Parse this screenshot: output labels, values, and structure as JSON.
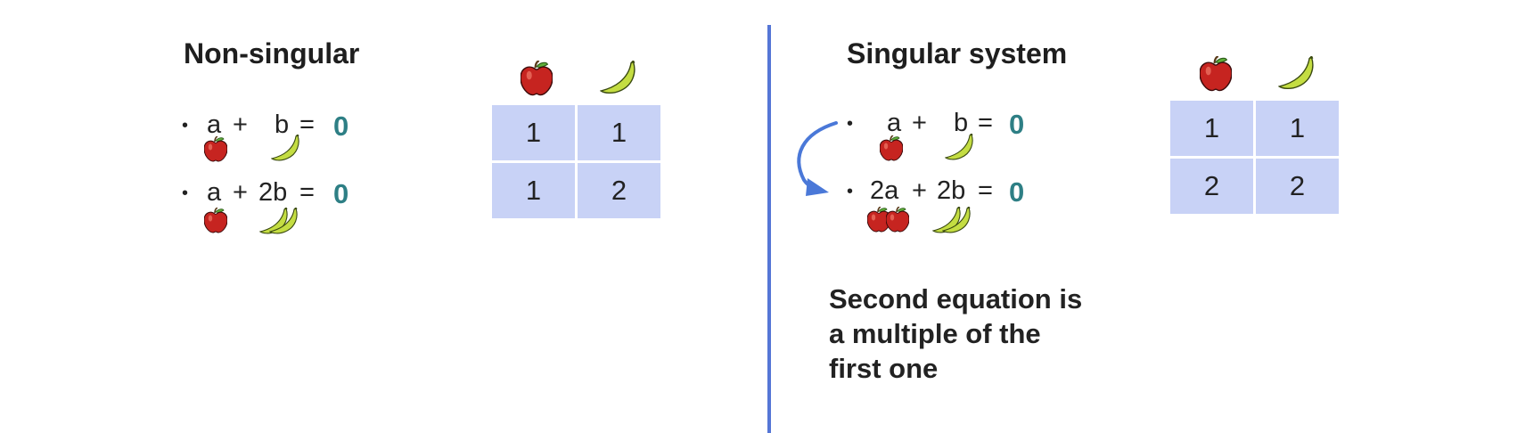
{
  "left": {
    "heading": "Non-singular",
    "equations": [
      {
        "bullet": "•",
        "a": "a",
        "plus": "+",
        "b": "b",
        "eq": "=",
        "rhs": "0"
      },
      {
        "bullet": "•",
        "a": "a",
        "plus": "+",
        "b": "2b",
        "eq": "=",
        "rhs": "0"
      }
    ],
    "matrix": [
      "1",
      "1",
      "1",
      "2"
    ]
  },
  "right": {
    "heading": "Singular system",
    "equations": [
      {
        "bullet": "•",
        "a": "a",
        "plus": "+",
        "b": "b",
        "eq": "=",
        "rhs": "0"
      },
      {
        "bullet": "•",
        "a": "2a",
        "plus": "+",
        "b": "2b",
        "eq": "=",
        "rhs": "0"
      }
    ],
    "matrix": [
      "1",
      "1",
      "2",
      "2"
    ],
    "note": [
      "Second equation is",
      "a multiple of the",
      "first one"
    ]
  },
  "colors": {
    "zero": "#2e7f85",
    "divider": "#5576d6",
    "matrix_cell": "#c8d2f6",
    "arrow": "#4a78d8"
  },
  "icons": {
    "apple": "apple-icon",
    "banana": "banana-icon"
  }
}
